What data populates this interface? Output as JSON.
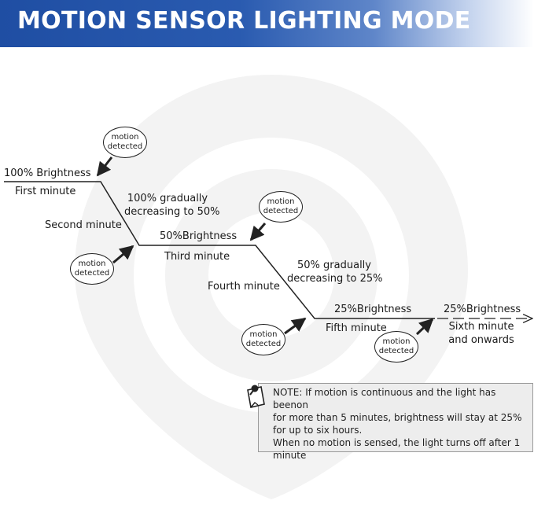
{
  "header": {
    "title": "MOTION SENSOR LIGHTING MODE"
  },
  "colors": {
    "banner": "#2a5bb0",
    "line": "#222222",
    "note_bg": "#ededed",
    "watermark": "#ebebeb"
  },
  "stages": {
    "first": {
      "level": "100% Brightness",
      "time": "First minute"
    },
    "second": {
      "level": "100% gradually decreasing to 50%",
      "level_l1": "100% gradually",
      "level_l2": "decreasing to 50%",
      "time": "Second minute"
    },
    "third": {
      "level": "50%Brightness",
      "time": "Third minute"
    },
    "fourth": {
      "level": "50% gradually decreasing to 25%",
      "level_l1": "50% gradually",
      "level_l2": "decreasing to 25%",
      "time": "Fourth minute"
    },
    "fifth": {
      "level": "25%Brightness",
      "time": "Fifth minute"
    },
    "sixth": {
      "level": "25%Brightness",
      "time_l1": "Sixth minute",
      "time_l2": "and onwards"
    }
  },
  "bubble": {
    "line1": "motion",
    "line2": "detected"
  },
  "note": {
    "icon": "pushpin-note-icon",
    "line1": "NOTE: If motion is continuous and the light has beenon",
    "line2": "for more than 5 minutes, brightness will stay at 25%",
    "line3": "for up to six hours.",
    "line4": "When no motion is sensed, the light turns off after 1",
    "line5": "minute"
  }
}
